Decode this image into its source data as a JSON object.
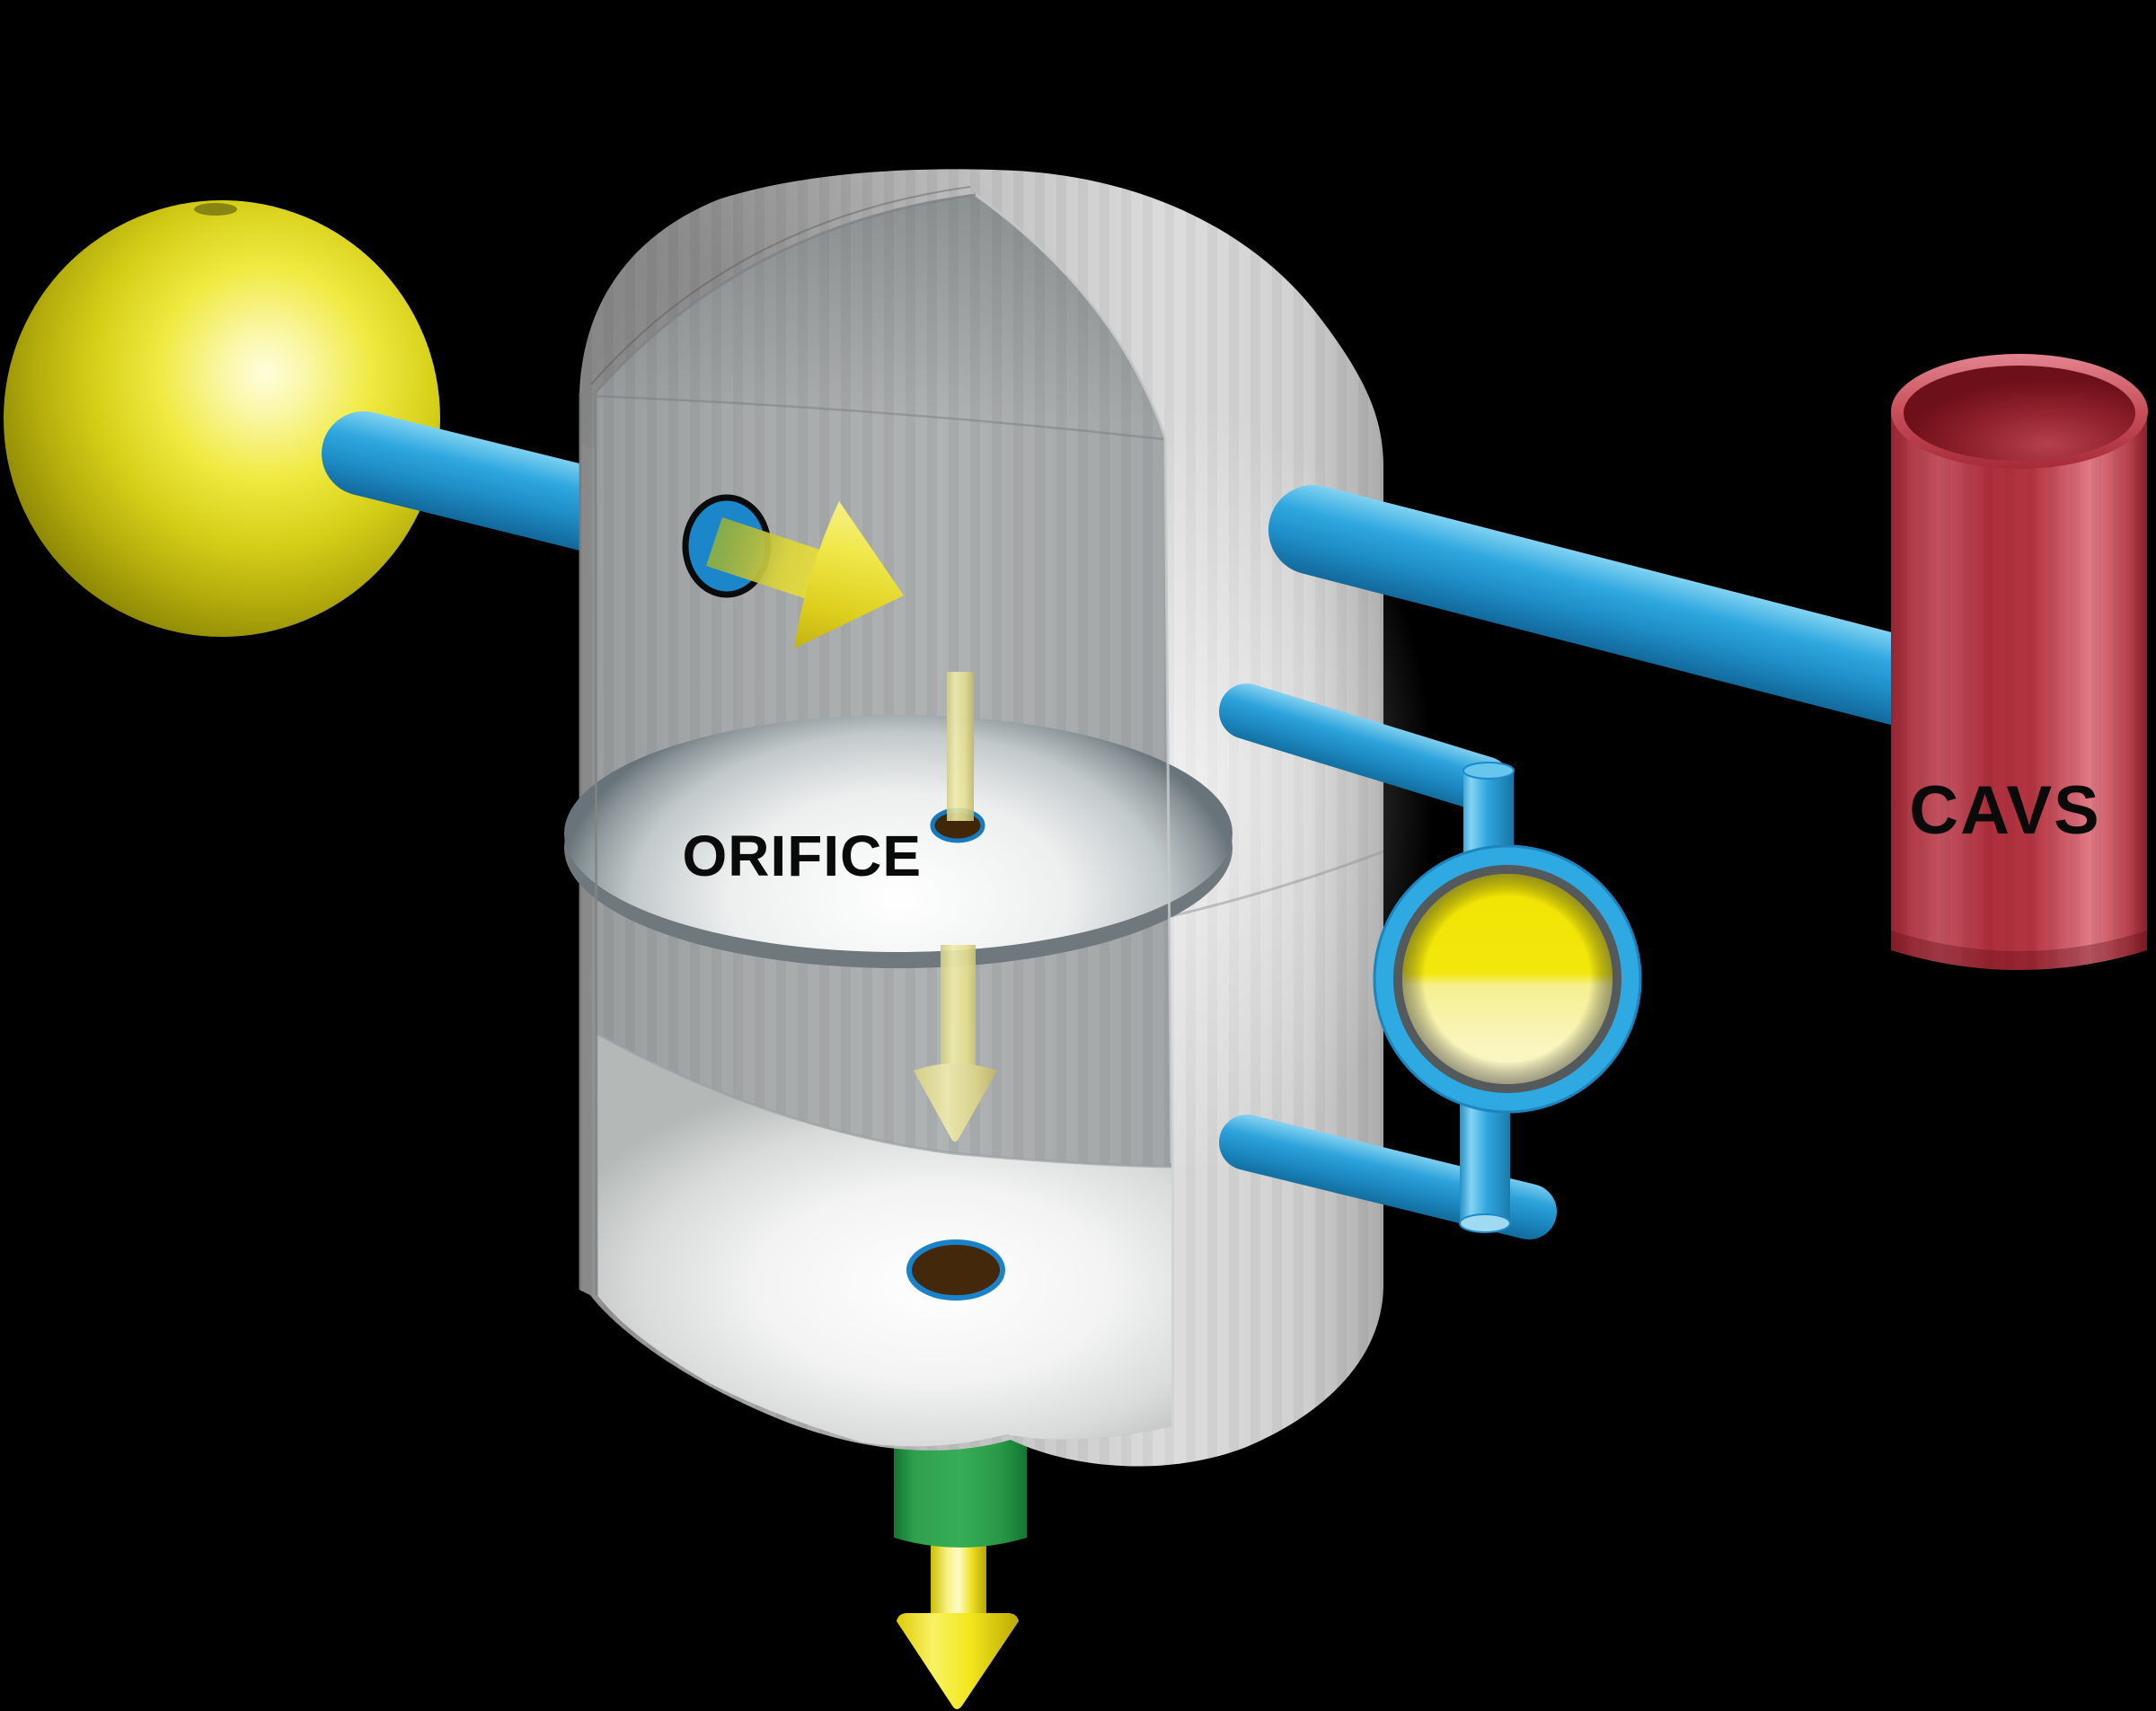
{
  "labels": {
    "orifice": "ORIFICE",
    "cavs": "CAVS"
  },
  "palette": {
    "background": "#000000",
    "pipe_blue": "#2FA7DF",
    "pipe_blue_dark": "#12699C",
    "pipe_blue_light": "#7FD2F2",
    "vessel_gray_light": "#DCDCDC",
    "vessel_gray_dark": "#8C8C8C",
    "interior_gray": "#A8ABAB",
    "plate_dark_edge": "#69747A",
    "plate_white": "#FFFFFF",
    "sphere_yellow_core": "#FEFEDC",
    "sphere_yellow_edge": "#908B06",
    "arrow_yellow_bright": "#F3E71C",
    "arrow_pale_yellow": "#EFECAC",
    "hole_brown": "#44280C",
    "hole_ring_blue": "#1982C8",
    "green_outlet": "#36AE56",
    "cavs_red_mid": "#B43441",
    "cavs_red_highlight": "#E07A85",
    "sight_glass_yellow_top": "#F2E70C",
    "sight_glass_yellow_bottom": "#FAF7C8",
    "sight_ring_blue": "#2FA9E2",
    "sight_ring_dark": "#54595C",
    "label_black": "#0A0A0A"
  },
  "components": [
    "float-sphere",
    "inlet-pipe",
    "pressure-vessel-cutaway",
    "vessel-dome",
    "orifice-plate",
    "orifice-hole",
    "inlet-port",
    "inlet-flow-arrow",
    "downward-flow-rod",
    "downward-flow-arrow",
    "drain-hole",
    "drain-nozzle-green",
    "drain-arrow",
    "level-sight-glass",
    "upper-gauge-tap",
    "lower-gauge-tap",
    "outlet-pipe",
    "cavs-cylinder"
  ]
}
